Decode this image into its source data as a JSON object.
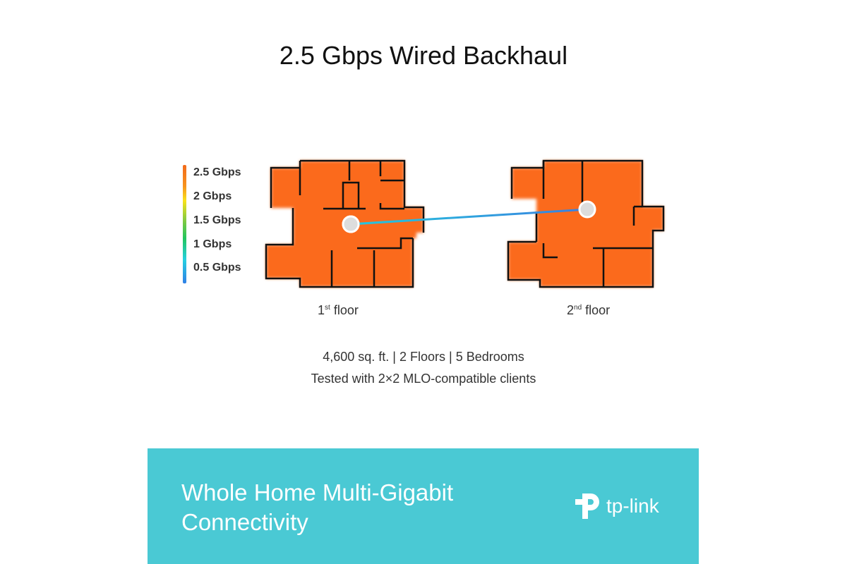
{
  "title": "2.5 Gbps Wired Backhaul",
  "legend": [
    "2.5 Gbps",
    "2 Gbps",
    "1.5 Gbps",
    "1 Gbps",
    "0.5 Gbps"
  ],
  "floors": [
    {
      "num": "1",
      "suffix": "st",
      "label": "floor"
    },
    {
      "num": "2",
      "suffix": "nd",
      "label": "floor"
    }
  ],
  "info": {
    "line1": "4,600 sq. ft. | 2 Floors | 5 Bedrooms",
    "line2": "Tested with 2×2 MLO-compatible clients"
  },
  "banner": {
    "line1": "Whole Home Multi-Gigabit",
    "line2": "Connectivity",
    "logo": "tp-link"
  },
  "colors": {
    "coverage": "#fb6a1f",
    "banner": "#4ac9d4"
  }
}
